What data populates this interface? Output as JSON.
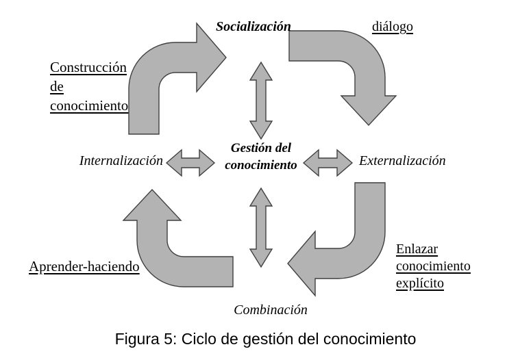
{
  "diagram": {
    "caption": "Figura 5: Ciclo de gestión del conocimiento",
    "center_label": {
      "line1": "Gestión del",
      "line2": "conocimiento"
    },
    "nodes": {
      "top": "Socialización",
      "right": "Externalización",
      "bottom": "Combinación",
      "left": "Internalización"
    },
    "annotations": {
      "top_left": {
        "lines": [
          "Construcción",
          "de",
          "conocimiento"
        ]
      },
      "top_right": "diálogo",
      "bottom_left": "Aprender-haciendo",
      "bottom_right": {
        "lines": [
          "Enlazar",
          "conocimiento",
          "explícito"
        ]
      }
    },
    "icons": {
      "top_left_arrow": "bent-arrow-up-right-icon",
      "top_right_arrow": "bent-arrow-right-down-icon",
      "bottom_left_arrow": "bent-arrow-left-up-icon",
      "bottom_right_arrow": "bent-arrow-down-left-icon",
      "center_arrows": "double-headed-arrow-icon"
    },
    "colors": {
      "background": "#ffffff",
      "arrow_fill": "#b3b3b3",
      "arrow_stroke": "#404040",
      "text": "#000000"
    }
  }
}
